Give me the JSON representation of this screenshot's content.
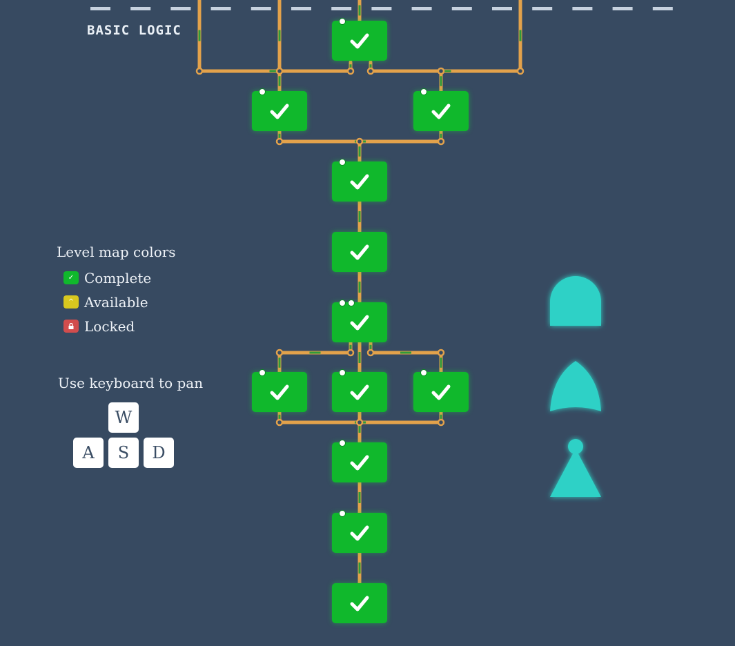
{
  "section": {
    "title": "BASIC LOGIC"
  },
  "colors": {
    "background": "#374a61",
    "complete": "#10b82c",
    "available": "#d8c81f",
    "locked": "#d24d4d",
    "wire": "#e3a24b",
    "gate_glow": "#2fd1c6"
  },
  "levels": [
    {
      "name": "level-1",
      "status": "complete",
      "icon": "check-icon"
    },
    {
      "name": "level-2",
      "status": "complete",
      "icon": "check-icon"
    },
    {
      "name": "level-3",
      "status": "complete",
      "icon": "check-icon"
    },
    {
      "name": "level-4",
      "status": "complete",
      "icon": "check-icon"
    },
    {
      "name": "level-5",
      "status": "complete",
      "icon": "check-icon"
    },
    {
      "name": "level-6",
      "status": "complete",
      "icon": "check-icon"
    },
    {
      "name": "level-7",
      "status": "complete",
      "icon": "check-icon"
    },
    {
      "name": "level-8",
      "status": "complete",
      "icon": "check-icon"
    },
    {
      "name": "level-9",
      "status": "complete",
      "icon": "check-icon"
    },
    {
      "name": "level-10",
      "status": "complete",
      "icon": "check-icon"
    },
    {
      "name": "level-11",
      "status": "complete",
      "icon": "check-icon"
    },
    {
      "name": "level-12",
      "status": "complete",
      "icon": "check-icon"
    }
  ],
  "legend": {
    "title": "Level map colors",
    "items": [
      {
        "label": "Complete",
        "icon": "check-icon"
      },
      {
        "label": "Available",
        "icon": "chevron-up-icon"
      },
      {
        "label": "Locked",
        "icon": "lock-icon"
      }
    ]
  },
  "keyboard": {
    "title": "Use keyboard to pan",
    "keys": [
      "W",
      "A",
      "S",
      "D"
    ]
  },
  "gates": [
    {
      "name": "and-gate-icon"
    },
    {
      "name": "or-gate-icon"
    },
    {
      "name": "not-gate-icon"
    }
  ]
}
